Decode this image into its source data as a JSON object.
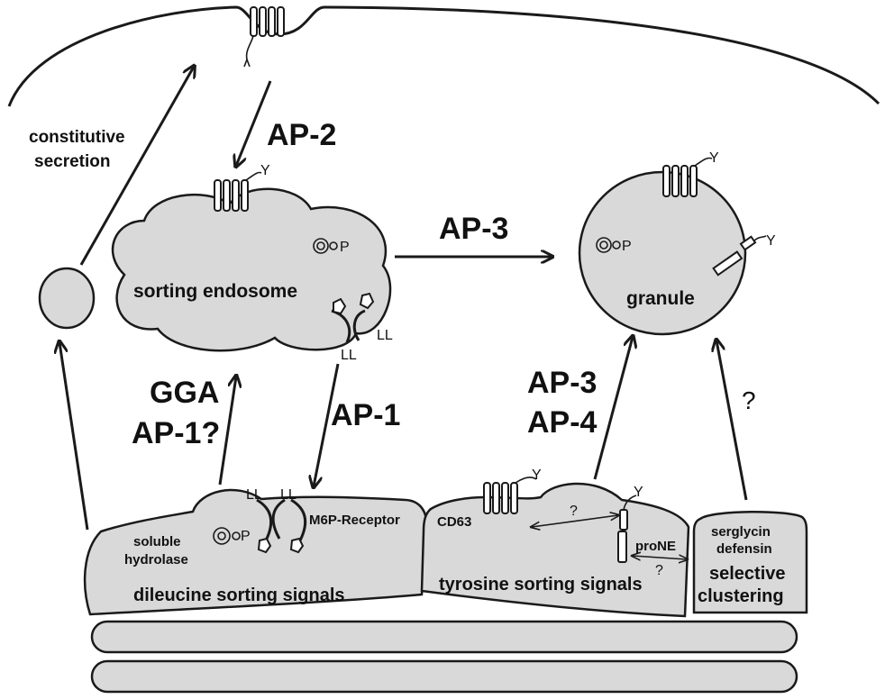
{
  "labels": {
    "constitutive_line1": "constitutive",
    "constitutive_line2": "secretion",
    "ap2": "AP-2",
    "ap3_top": "AP-3",
    "ggA": "GGA",
    "ap1_question": "AP-1?",
    "ap1": "AP-1",
    "ap3_right": "AP-3",
    "ap4": "AP-4",
    "question_right": "?",
    "sorting_endosome": "sorting endosome",
    "granule": "granule",
    "phosphate": "P",
    "ll": "LL",
    "tyrosine_y": "Y",
    "soluble": "soluble",
    "hydrolase": "hydrolase",
    "m6p_receptor": "M6P-Receptor",
    "dileucine": "dileucine sorting signals",
    "cd63": "CD63",
    "prone": "proNE",
    "question_small": "?",
    "tyrosine": "tyrosine sorting signals",
    "serglycin": "serglycin",
    "defensin": "defensin",
    "selective": "selective",
    "clustering": "clustering"
  }
}
